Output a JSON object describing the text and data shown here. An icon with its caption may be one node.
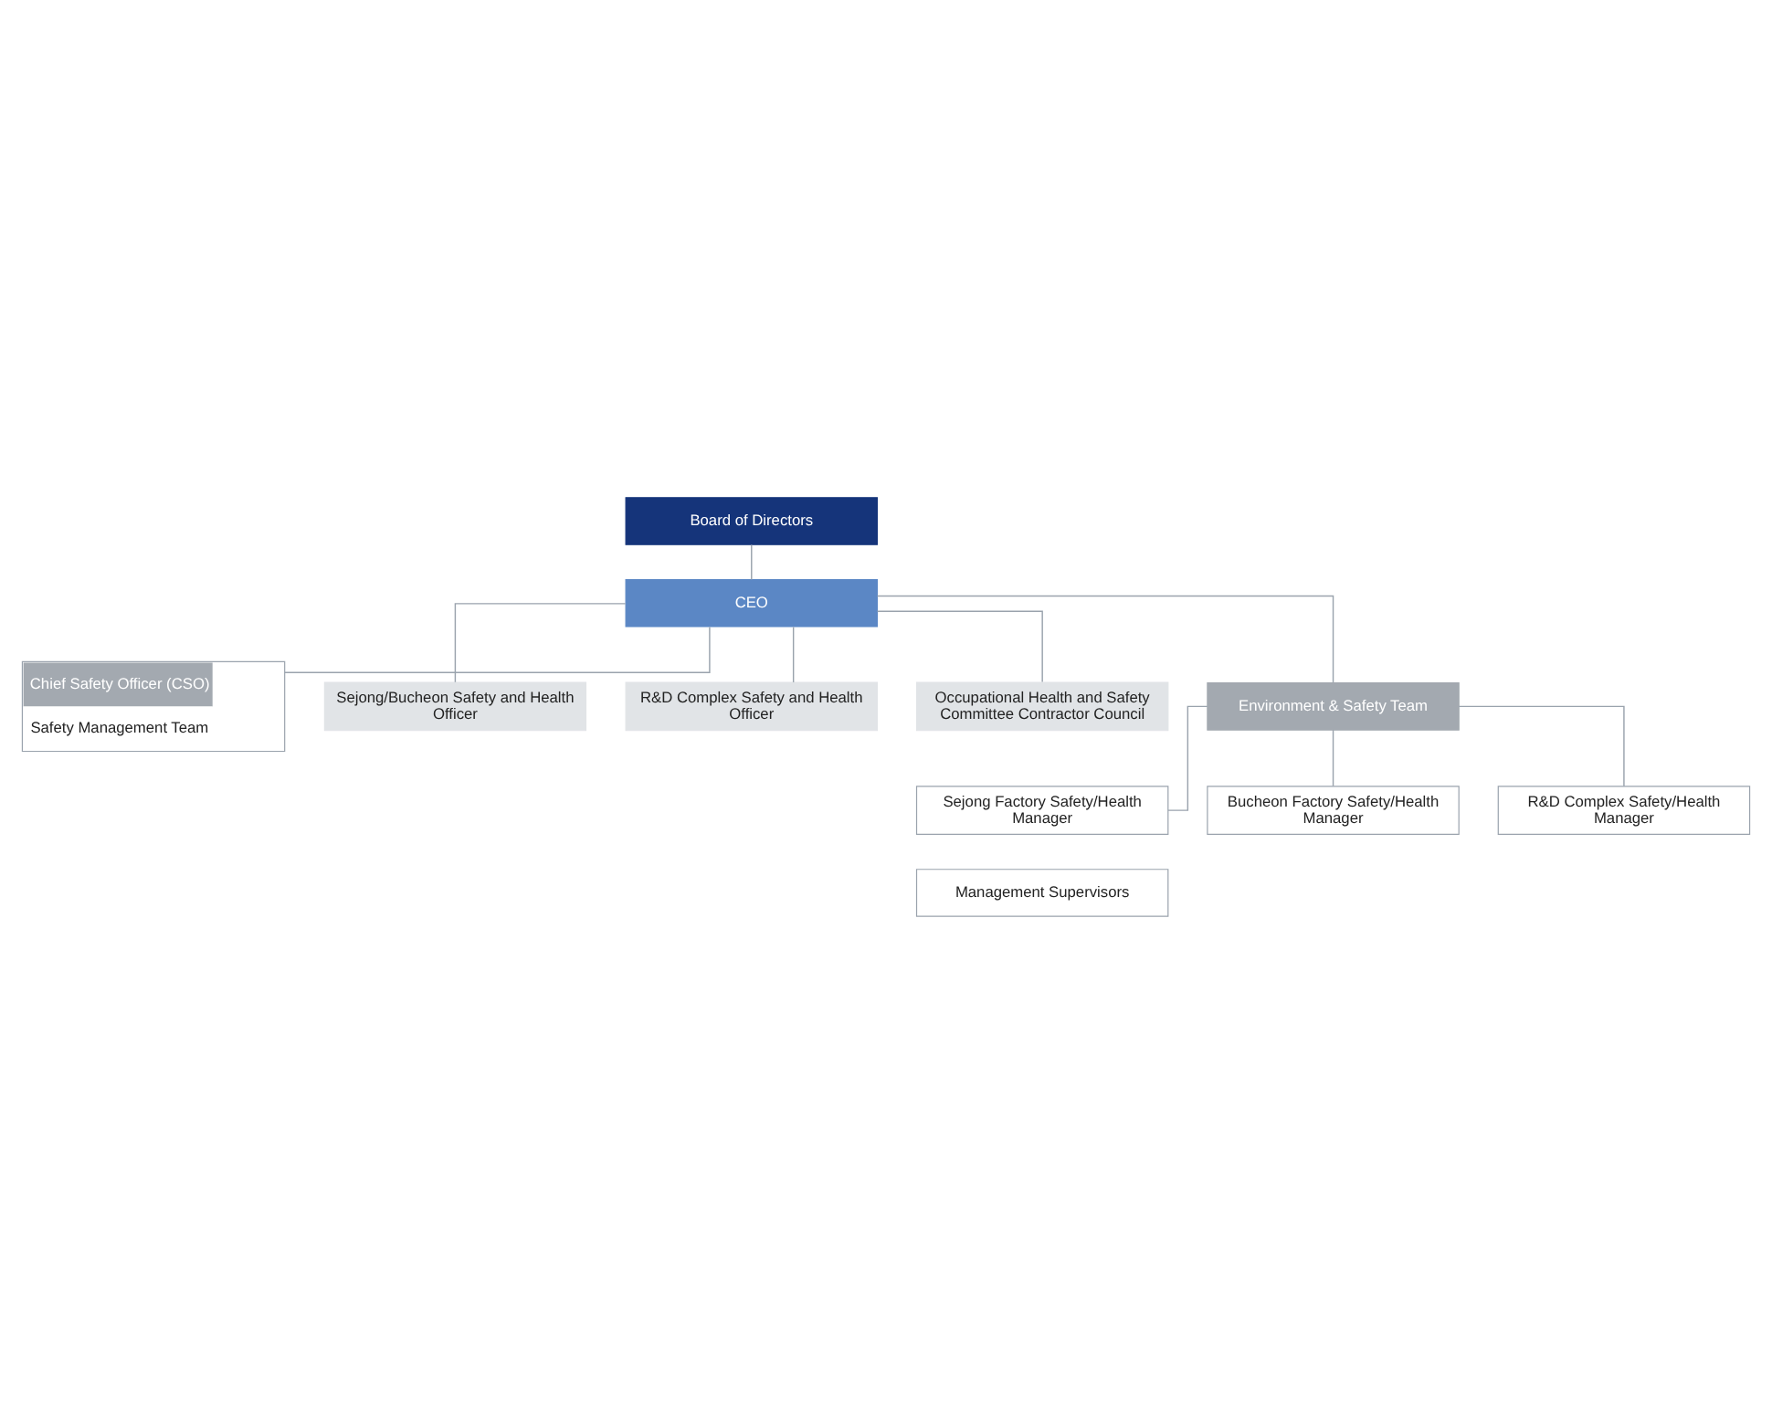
{
  "diagram": {
    "nodes": [
      {
        "text": [
          "Board of Directors"
        ]
      },
      {
        "text": [
          "CEO"
        ]
      },
      {
        "text": [
          "Chief Safety Officer (CSO)",
          "Safety Management Team"
        ]
      },
      {
        "text": [
          "Sejong/Bucheon Safety and Health Officer"
        ]
      },
      {
        "text": [
          "R&D Complex Safety and Health Officer"
        ]
      },
      {
        "text": [
          "Occupational Health and Safety Committee Contractor Council"
        ]
      },
      {
        "text": [
          "Environment & Safety Team"
        ]
      },
      {
        "text": [
          "Sejong Factory Safety/Health Manager"
        ]
      },
      {
        "text": [
          "Bucheon Factory Safety/Health Manager"
        ]
      },
      {
        "text": [
          "R&D Complex Safety/Health Manager"
        ]
      },
      {
        "text": [
          "Management Supervisors"
        ]
      }
    ],
    "edges": [
      {
        "from": 0,
        "to": 1,
        "arrow": "none"
      },
      {
        "from": 1,
        "to": 2,
        "arrow": "none"
      },
      {
        "from": 1,
        "to": 3,
        "arrow": "none"
      },
      {
        "from": 1,
        "to": 4,
        "arrow": "none"
      },
      {
        "from": 1,
        "to": 5,
        "arrow": "none"
      },
      {
        "from": 1,
        "to": 6,
        "arrow": "none"
      },
      {
        "from": 6,
        "to": 7,
        "arrow": "none"
      },
      {
        "from": 6,
        "to": 8,
        "arrow": "none"
      },
      {
        "from": 6,
        "to": 9,
        "arrow": "none"
      }
    ]
  }
}
